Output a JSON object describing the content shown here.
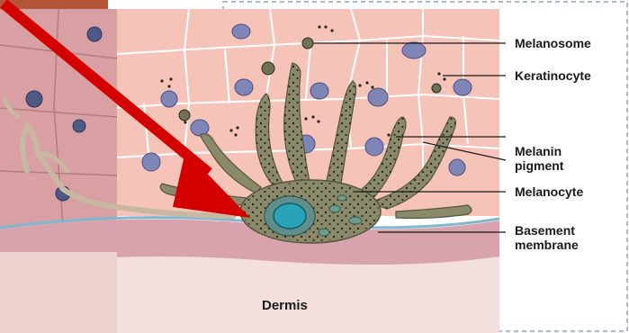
{
  "diagram": {
    "labels": {
      "melanosome": "Melanosome",
      "keratinocyte": "Keratinocyte",
      "melanin_pigment_line1": "Melanin",
      "melanin_pigment_line2": "pigment",
      "melanocyte": "Melanocyte",
      "basement_membrane_line1": "Basement",
      "basement_membrane_line2": "membrane",
      "dermis": "Dermis"
    },
    "colors": {
      "epidermis_cells": "#f6c3b9",
      "cell_borders": "#ffffff",
      "nuclei": "#7f86b5",
      "melanocyte_body": "#8a8a6a",
      "melanocyte_nucleus": "#2aa3b8",
      "basement_membrane": "#7fb8d0",
      "dermis": "#f3e0de",
      "pointer_arrow": "#d40000"
    }
  }
}
